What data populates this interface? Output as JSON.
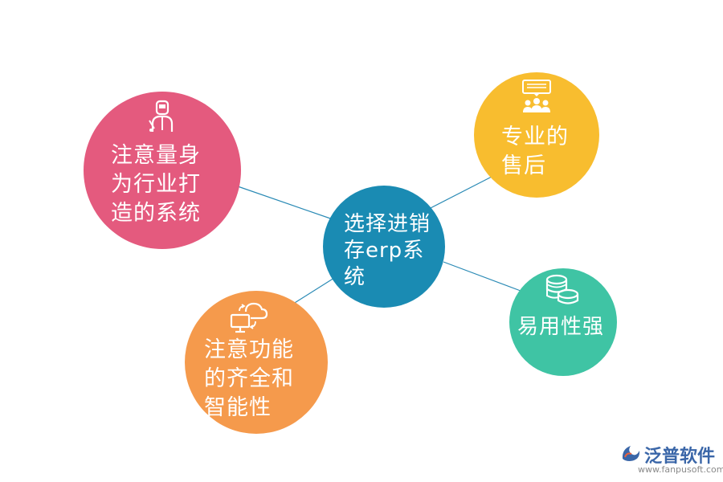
{
  "center": {
    "label": "选择进销存erp系统",
    "color": "#1a8bb3"
  },
  "nodes": {
    "top_left": {
      "label": "注意量身为行业打造的系统",
      "icon": "welder-icon",
      "color": "#e45a7e"
    },
    "top_right": {
      "label": "专业的售后",
      "icon": "support-team-icon",
      "color": "#f8bd2f"
    },
    "bottom_right": {
      "label": "易用性强",
      "icon": "coins-stack-icon",
      "color": "#3fc4a4"
    },
    "bottom_left": {
      "label": "注意功能的齐全和智能性",
      "icon": "cloud-computer-icon",
      "color": "#f59a4c"
    }
  },
  "connector_color": "#2a8ab5",
  "watermark": {
    "brand": "泛普软件",
    "url": "www.fanpusoft.com"
  }
}
